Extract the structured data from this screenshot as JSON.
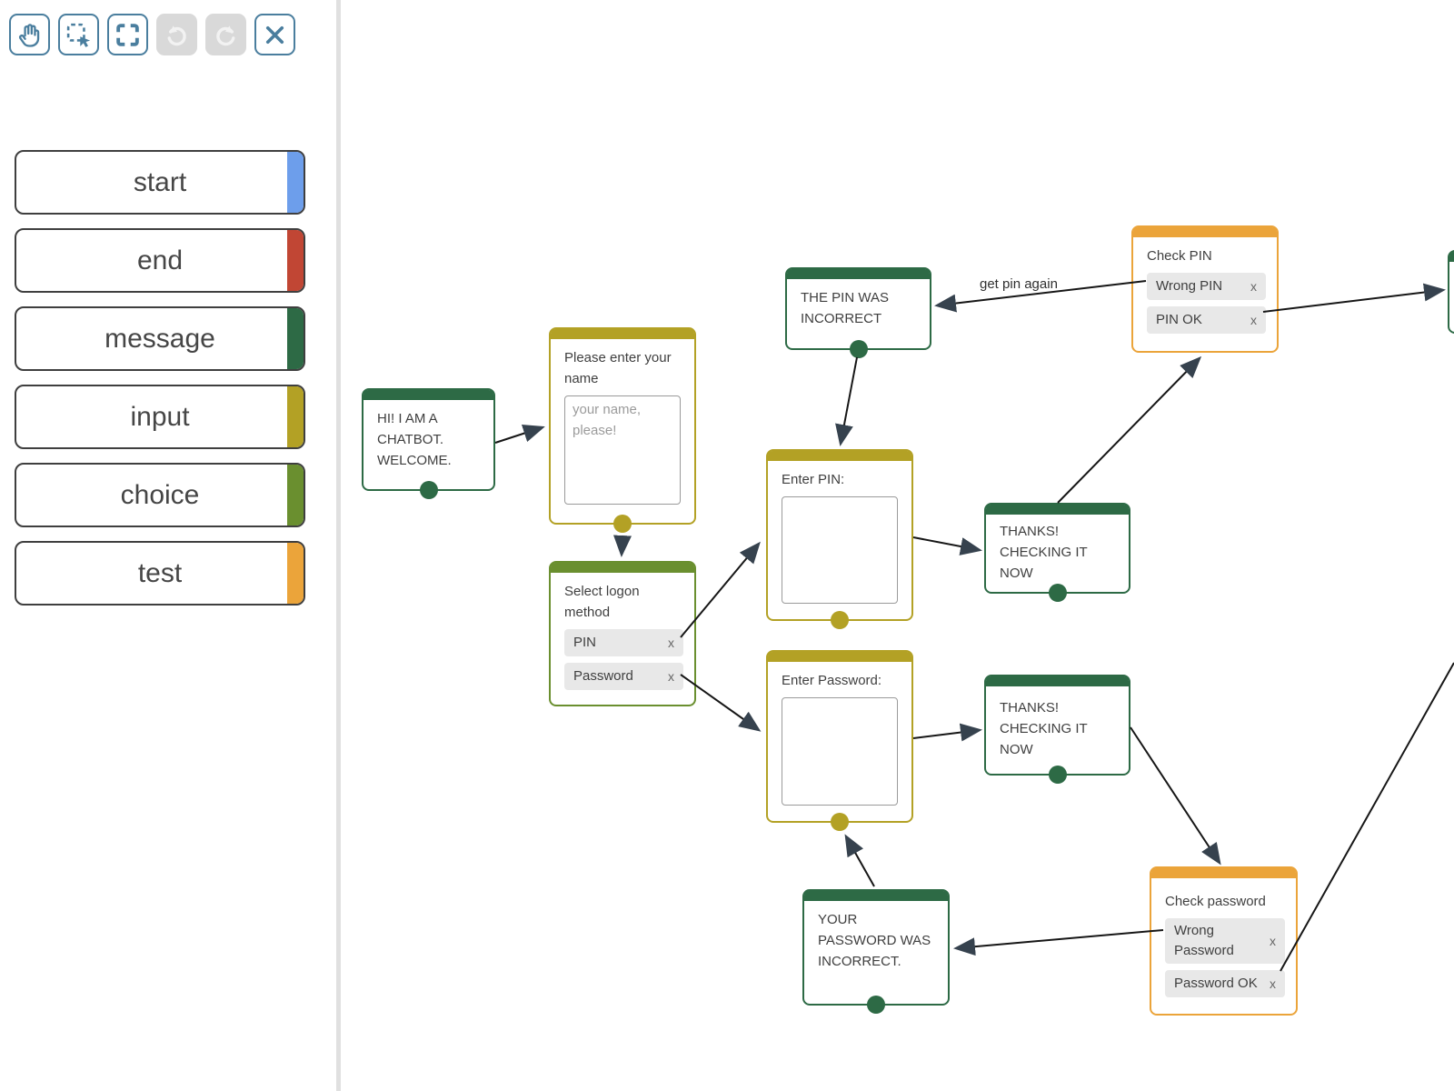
{
  "toolbar": {
    "buttons": [
      {
        "id": "pan",
        "icon": "hand-icon",
        "enabled": true
      },
      {
        "id": "select",
        "icon": "marquee-select-icon",
        "enabled": true
      },
      {
        "id": "fit",
        "icon": "fit-view-icon",
        "enabled": true
      },
      {
        "id": "undo",
        "icon": "undo-icon",
        "enabled": false
      },
      {
        "id": "redo",
        "icon": "redo-icon",
        "enabled": false
      },
      {
        "id": "close",
        "icon": "close-icon",
        "enabled": true
      }
    ]
  },
  "palette": {
    "items": [
      {
        "label": "start",
        "color": "#6d9eeb"
      },
      {
        "label": "end",
        "color": "#c14634"
      },
      {
        "label": "message",
        "color": "#2d6a45"
      },
      {
        "label": "input",
        "color": "#b3a125"
      },
      {
        "label": "choice",
        "color": "#6a8f2f"
      },
      {
        "label": "test",
        "color": "#eba43a"
      }
    ]
  },
  "canvas": {
    "nodes": {
      "welcome": {
        "type": "message",
        "lines": [
          "HI! I AM A",
          "CHATBOT.",
          "WELCOME."
        ]
      },
      "ask_name": {
        "type": "input",
        "label_lines": [
          "Please enter your",
          "name"
        ],
        "placeholder": "your name, please!",
        "value": ""
      },
      "select_logon": {
        "type": "choice",
        "label_lines": [
          "Select logon",
          "method"
        ],
        "items": [
          {
            "label": "PIN",
            "close": "x"
          },
          {
            "label": "Password",
            "close": "x"
          }
        ]
      },
      "enter_pin": {
        "type": "input",
        "label": "Enter PIN:",
        "value": ""
      },
      "pin_incorrect": {
        "type": "message",
        "lines": [
          "THE PIN WAS",
          "INCORRECT"
        ]
      },
      "thanks_pin": {
        "type": "message",
        "lines": [
          "THANKS!",
          "CHECKING IT",
          "NOW"
        ]
      },
      "check_pin": {
        "type": "test",
        "label": "Check PIN",
        "items": [
          {
            "label": "Wrong PIN",
            "close": "x"
          },
          {
            "label": "PIN OK",
            "close": "x"
          }
        ]
      },
      "enter_password": {
        "type": "input",
        "label": "Enter Password:",
        "value": ""
      },
      "thanks_password": {
        "type": "message",
        "lines": [
          "THANKS!",
          "CHECKING IT",
          "NOW"
        ]
      },
      "check_password": {
        "type": "test",
        "label": "Check password",
        "items": [
          {
            "label": "Wrong Password",
            "close": "x"
          },
          {
            "label": "Password OK",
            "close": "x"
          }
        ]
      },
      "password_incorrect": {
        "type": "message",
        "lines": [
          "YOUR",
          "PASSWORD WAS",
          "INCORRECT."
        ]
      }
    },
    "edge_labels": [
      {
        "text": "get pin again"
      }
    ]
  },
  "colors": {
    "toolbar_accent": "#4a7e9e",
    "toolbar_disabled_bg": "#d9d9d9",
    "message_green": "#2d6a45",
    "input_olive": "#b3a125",
    "choice_green": "#6a8f2f",
    "test_orange": "#eba43a",
    "start_blue": "#6d9eeb",
    "end_red": "#c14634",
    "item_bg": "#e8e8e8",
    "edge_stroke": "#161616"
  }
}
